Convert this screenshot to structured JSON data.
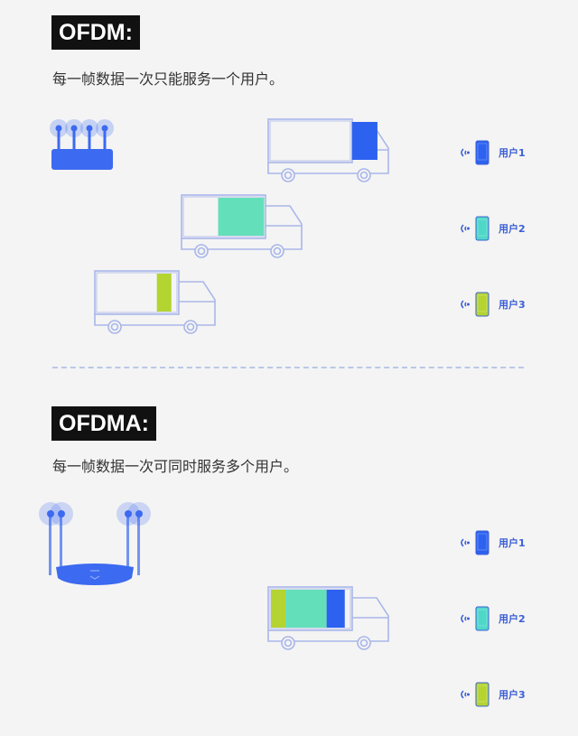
{
  "ofdm": {
    "title": "OFDM:",
    "subtitle": "每一帧数据一次只能服务一个用户。",
    "trucks": [
      {
        "cargo": [
          {
            "from": 0.7,
            "to": 0.91,
            "color": "#2d62f0"
          }
        ]
      },
      {
        "cargo": [
          {
            "from": 0.31,
            "to": 0.69,
            "color": "#63dfba"
          }
        ]
      },
      {
        "cargo": [
          {
            "from": 0.52,
            "to": 0.64,
            "color": "#b4d431"
          }
        ]
      }
    ],
    "users": [
      {
        "label": "用户1",
        "color": "#2d62f0"
      },
      {
        "label": "用户2",
        "color": "#4fd8c8"
      },
      {
        "label": "用户3",
        "color": "#b4d431"
      }
    ]
  },
  "ofdma": {
    "title": "OFDMA:",
    "subtitle": "每一帧数据一次可同时服务多个用户。",
    "trucks": [
      {
        "cargo": [
          {
            "from": 0.03,
            "to": 0.15,
            "color": "#b4d431"
          },
          {
            "from": 0.15,
            "to": 0.49,
            "color": "#63dfba"
          },
          {
            "from": 0.49,
            "to": 0.64,
            "color": "#2d62f0"
          }
        ]
      }
    ],
    "users": [
      {
        "label": "用户1",
        "color": "#2d62f0"
      },
      {
        "label": "用户2",
        "color": "#4fd8c8"
      },
      {
        "label": "用户3",
        "color": "#b4d431"
      }
    ]
  },
  "colors": {
    "outline": "#a9b6ea",
    "router": "#3c6af0"
  }
}
